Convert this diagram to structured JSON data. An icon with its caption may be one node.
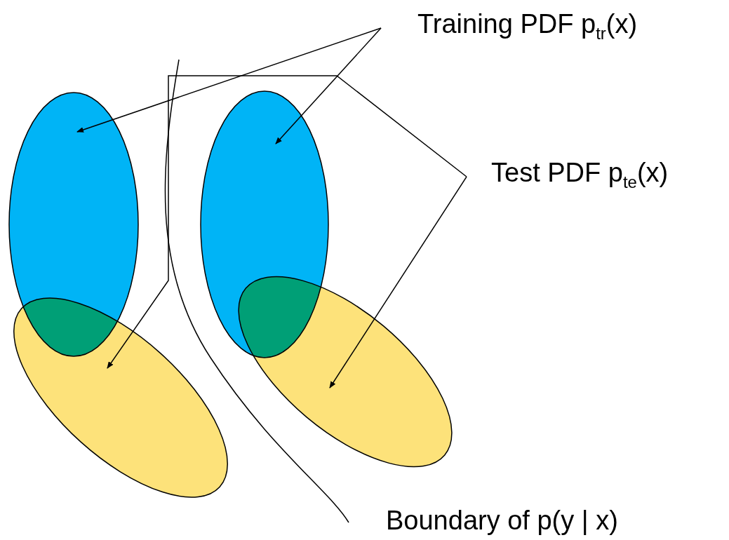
{
  "diagram": {
    "nodes": [
      {
        "text": [
          "Training PDF p$_{tr}$(x)"
        ]
      },
      {
        "text": [],
        "shape": "ellipse"
      },
      {
        "text": [],
        "shape": "ellipse"
      },
      {
        "text": [
          "Test PDF  p$_{te}$(x)"
        ]
      },
      {
        "text": [],
        "shape": "ellipse"
      },
      {
        "text": [],
        "shape": "ellipse"
      }
    ],
    "edges": [
      {
        "from": 0,
        "to": 1,
        "arrow": "to"
      },
      {
        "from": 0,
        "to": 2,
        "arrow": "to"
      },
      {
        "from": 3,
        "to": 4,
        "arrow": "to"
      },
      {
        "from": 3,
        "to": 5,
        "arrow": "to"
      }
    ],
    "labels": [
      "Boundary of p(y | x)"
    ]
  }
}
